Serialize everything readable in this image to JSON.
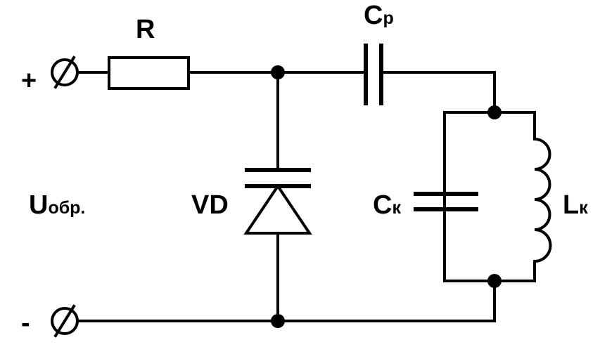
{
  "diagram": {
    "type": "circuit-schematic",
    "terminals": {
      "plus": "+",
      "minus": "-"
    },
    "labels": {
      "voltage_main": "U",
      "voltage_sub": "обр.",
      "resistor": "R",
      "diode": "VD",
      "coupling_cap_main": "C",
      "coupling_cap_sub": "р",
      "tank_cap_main": "C",
      "tank_cap_sub": "к",
      "inductor_main": "L",
      "inductor_sub": "к"
    },
    "colors": {
      "line": "#000000",
      "background": "#ffffff"
    }
  }
}
